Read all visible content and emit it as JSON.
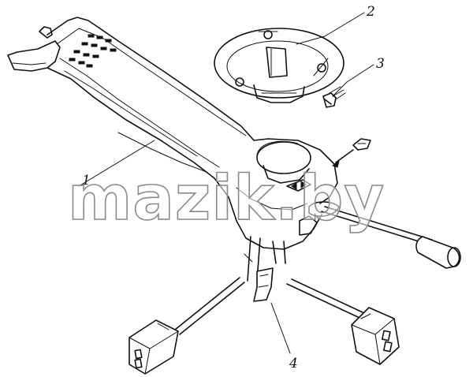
{
  "callouts": [
    {
      "id": "callout-1",
      "label": "1"
    },
    {
      "id": "callout-2",
      "label": "2"
    },
    {
      "id": "callout-3",
      "label": "3"
    },
    {
      "id": "callout-4",
      "label": "4"
    }
  ],
  "watermark": {
    "text": "mazik.by"
  },
  "colors": {
    "ink": "#111111",
    "paper": "#ffffff",
    "watermark_outline": "#8a8a8a"
  }
}
